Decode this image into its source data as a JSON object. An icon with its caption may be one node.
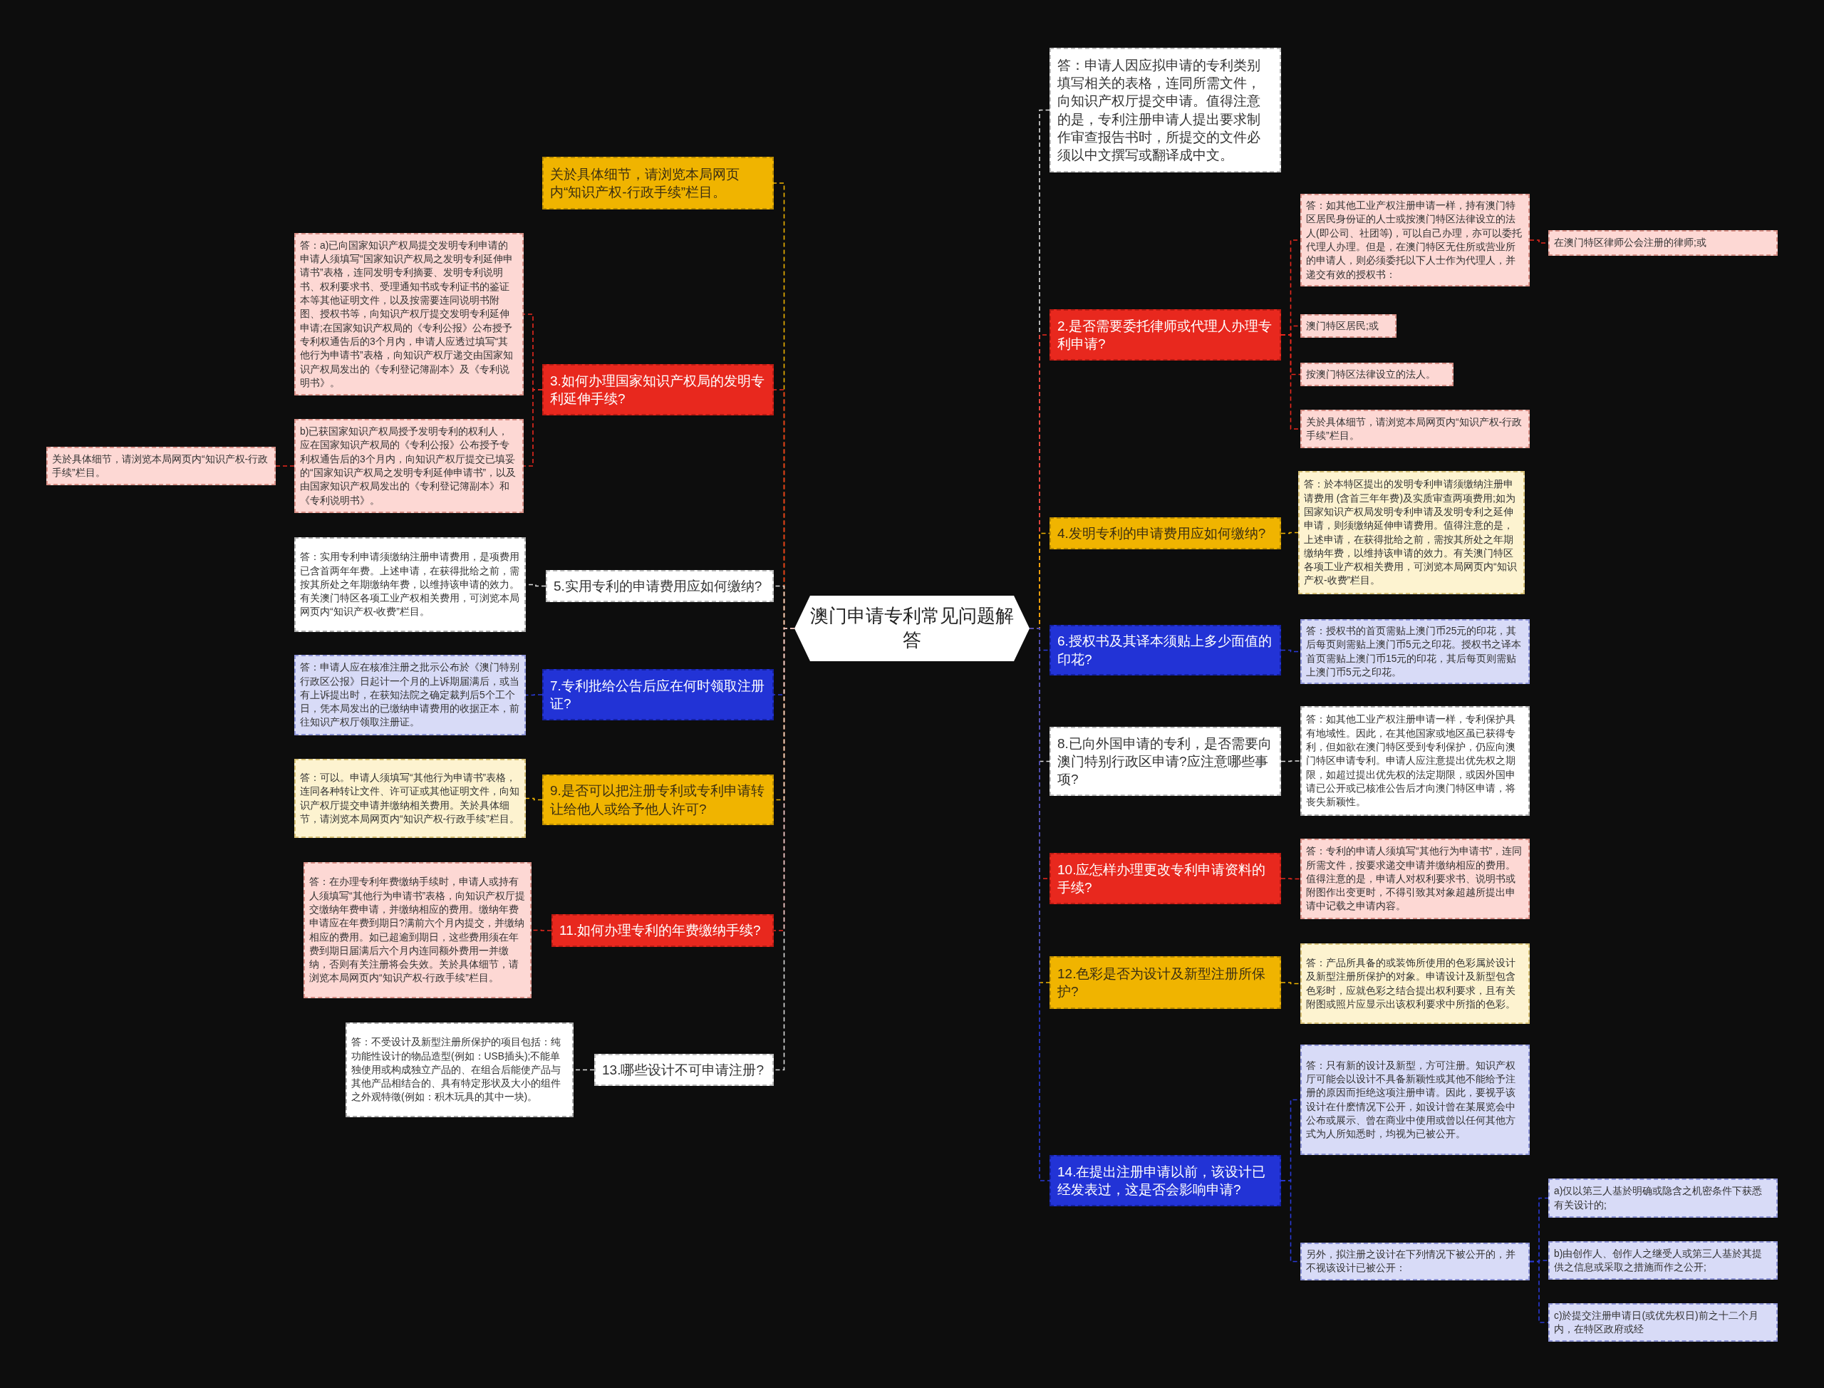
{
  "diagram": {
    "nodes": [
      {
        "text": [
          "澳门申请专利常见问题解答"
        ]
      },
      {
        "text": [
          "关於具体细节，请浏览本局网页内“知识产权-行政手续”栏目。"
        ]
      },
      {
        "text": [
          "3.如何办理国家知识产权局的发明专利延伸手续?"
        ]
      },
      {
        "text": [
          "答：a)已向国家知识产权局提交发明专利申请的申请人须填写“国家知识产权局之发明专利延伸申请书”表格，连同发明专利摘要、发明专利说明书、权利要求书、受理通知书或专利证书的鉴证本等其他证明文件，以及按需要连同说明书附图、授权书等，向知识产权厅提交发明专利延伸申请;在国家知识产权局的《专利公报》公布授予专利权通告后的3个月内，申请人应透过填写“其他行为申请书”表格，向知识产权厅递交由国家知识产权局发出的《专利登记簿副本》及《专利说明书》。"
        ]
      },
      {
        "text": [
          "b)已获国家知识产权局授予发明专利的权利人，应在国家知识产权局的《专利公报》公布授予专利权通告后的3个月内，向知识产权厅提交已填妥的“国家知识产权局之发明专利延伸申请书”，以及由国家知识产权局发出的《专利登记簿副本》和《专利说明书》。"
        ]
      },
      {
        "text": [
          "关於具体细节，请浏览本局网页内“知识产权-行政手续”栏目。"
        ]
      },
      {
        "text": [
          "5.实用专利的申请费用应如何缴纳?"
        ]
      },
      {
        "text": [
          "答：实用专利申请须缴纳注册申请费用，是项费用已含首两年年费。上述申请，在获得批给之前，需按其所处之年期缴纳年费，以维持该申请的效力。有关澳门特区各项工业产权相关费用，可浏览本局网页内“知识产权-收费”栏目。"
        ]
      },
      {
        "text": [
          "7.专利批给公告后应在何时领取注册证?"
        ]
      },
      {
        "text": [
          "答：申请人应在核准注册之批示公布於《澳门特别行政区公报》日起计一个月的上诉期届满后，或当有上诉提出时，在获知法院之确定裁判后5个工个日，凭本局发出的已缴纳申请费用的收据正本，前往知识产权厅领取注册证。"
        ]
      },
      {
        "text": [
          "9.是否可以把注册专利或专利申请转让给他人或给予他人许可?"
        ]
      },
      {
        "text": [
          "答：可以。申请人须填写“其他行为申请书”表格，连同各种转让文件、许可证或其他证明文件，向知识产权厅提交申请并缴纳相关费用。关於具体细节，请浏览本局网页内“知识产权-行政手续”栏目。"
        ]
      },
      {
        "text": [
          "11.如何办理专利的年费缴纳手续?"
        ]
      },
      {
        "text": [
          "答：在办理专利年费缴纳手续时，申请人或持有人须填写“其他行为申请书”表格，向知识产权厅提交缴纳年费申请，并缴纳相应的费用。缴纳年费申请应在年费到期日?满前六个月内提交，并缴纳相应的费用。如已超逾到期日，这些费用须在年费到期日届满后六个月内连同额外费用一并缴纳，否则有关注册将会失效。关於具体细节，请浏览本局网页内“知识产权-行政手续”栏目。"
        ]
      },
      {
        "text": [
          "13.哪些设计不可申请注册?"
        ]
      },
      {
        "text": [
          "答：不受设计及新型注册所保护的项目包括：纯功能性设计的物品造型(例如：USB插头);不能单独使用或构成独立产品的、在组合后能使产品与其他产品相结合的、具有特定形状及大小的组件之外观特徵(例如：积木玩具的其中一块)。"
        ]
      },
      {
        "text": [
          "答：申请人因应拟申请的专利类别填写相关的表格，连同所需文件，向知识产权厅提交申请。值得注意的是，专利注册申请人提出要求制作审查报告书时，所提交的文件必须以中文撰写或翻译成中文。"
        ]
      },
      {
        "text": [
          "2.是否需要委托律师或代理人办理专利申请?"
        ]
      },
      {
        "text": [
          "答：如其他工业产权注册申请一样，持有澳门特区居民身份证的人士或按澳门特区法律设立的法人(即公司、社团等)，可以自己办理，亦可以委托代理人办理。但是，在澳门特区无住所或营业所的申请人，则必须委托以下人士作为代理人，并递交有效的授权书："
        ]
      },
      {
        "text": [
          "在澳门特区律师公会注册的律师;或"
        ]
      },
      {
        "text": [
          "澳门特区居民;或"
        ]
      },
      {
        "text": [
          "按澳门特区法律设立的法人。"
        ]
      },
      {
        "text": [
          "关於具体细节，请浏览本局网页内“知识产权-行政手续”栏目。"
        ]
      },
      {
        "text": [
          "4.发明专利的申请费用应如何缴纳?"
        ]
      },
      {
        "text": [
          "答：於本特区提出的发明专利申请须缴纳注册申请费用 (含首三年年费)及实质审查两项费用;如为国家知识产权局发明专利申请及发明专利之延伸申请，则须缴纳延伸申请费用。值得注意的是，上述申请，在获得批给之前，需按其所处之年期缴纳年费，以维持该申请的效力。有关澳门特区各项工业产权相关费用，可浏览本局网页内“知识产权-收费”栏目。"
        ]
      },
      {
        "text": [
          "6.授权书及其译本须贴上多少面值的印花?"
        ]
      },
      {
        "text": [
          "答：授权书的首页需贴上澳门币25元的印花，其后每页则需贴上澳门币5元之印花。授权书之译本首页需贴上澳门币15元的印花，其后每页则需贴上澳门币5元之印花。"
        ]
      },
      {
        "text": [
          "8.已向外国申请的专利，是否需要向澳门特别行政区申请?应注意哪些事项?"
        ]
      },
      {
        "text": [
          "答：如其他工业产权注册申请一样，专利保护具有地域性。因此，在其他国家或地区虽已获得专利，但如欲在澳门特区受到专利保护，仍应向澳门特区申请专利。申请人应注意提出优先权之期限，如超过提出优先权的法定期限，或因外国申请已公开或已核准公告后才向澳门特区申请，将丧失新颖性。"
        ]
      },
      {
        "text": [
          "10.应怎样办理更改专利申请资料的手续?"
        ]
      },
      {
        "text": [
          "答：专利的申请人须填写“其他行为申请书”，连同所需文件，按要求递交申请并缴纳相应的费用。值得注意的是，申请人对权利要求书、说明书或附图作出变更时，不得引致其对象超越所提出申请中记载之申请内容。"
        ]
      },
      {
        "text": [
          "12.色彩是否为设计及新型注册所保护?"
        ]
      },
      {
        "text": [
          "答：产品所具备的或装饰所使用的色彩属於设计及新型注册所保护的对象。申请设计及新型包含色彩时，应就色彩之结合提出权利要求，且有关附图或照片应显示出该权利要求中所指的色彩。"
        ]
      },
      {
        "text": [
          "14.在提出注册申请以前，该设计已经发表过，这是否会影响申请?"
        ]
      },
      {
        "text": [
          "答：只有新的设计及新型，方可注册。知识产权厅可能会以设计不具备新颖性或其他不能给予注册的原因而拒绝这项注册申请。因此，要视乎该设计在什麽情况下公开，如设计曾在某展览会中公布或展示、曾在商业中使用或曾以任何其他方式为人所知悉时，均视为已被公开。"
        ]
      },
      {
        "text": [
          "另外，拟注册之设计在下列情况下被公开的，并不视该设计已被公开："
        ]
      },
      {
        "text": [
          "a)仅以第三人基於明确或隐含之机密条件下获悉有关设计的;"
        ]
      },
      {
        "text": [
          "b)由创作人、创作人之继受人或第三人基於其提供之信息或采取之措施而作之公开;"
        ]
      },
      {
        "text": [
          "c)於提交注册申请日(或优先权日)前之十二个月内，在特区政府或经"
        ]
      }
    ],
    "edges": [
      {
        "from": 0,
        "to": 1,
        "arrow": "none",
        "color": "#f0b400"
      },
      {
        "from": 0,
        "to": 2,
        "arrow": "none",
        "color": "#e8281e"
      },
      {
        "from": 2,
        "to": 3,
        "arrow": "none",
        "color": "#e8281e"
      },
      {
        "from": 2,
        "to": 4,
        "arrow": "none",
        "color": "#e8281e"
      },
      {
        "from": 4,
        "to": 5,
        "arrow": "none",
        "color": "#e8281e"
      },
      {
        "from": 0,
        "to": 6,
        "arrow": "none",
        "color": "#dddddd"
      },
      {
        "from": 6,
        "to": 7,
        "arrow": "none",
        "color": "#dddddd"
      },
      {
        "from": 0,
        "to": 8,
        "arrow": "none",
        "color": "#2a3ad6"
      },
      {
        "from": 8,
        "to": 9,
        "arrow": "none",
        "color": "#2a3ad6"
      },
      {
        "from": 0,
        "to": 10,
        "arrow": "none",
        "color": "#f0b400"
      },
      {
        "from": 10,
        "to": 11,
        "arrow": "none",
        "color": "#f0b400"
      },
      {
        "from": 0,
        "to": 12,
        "arrow": "none",
        "color": "#e8281e"
      },
      {
        "from": 12,
        "to": 13,
        "arrow": "none",
        "color": "#e8281e"
      },
      {
        "from": 0,
        "to": 14,
        "arrow": "none",
        "color": "#dddddd"
      },
      {
        "from": 14,
        "to": 15,
        "arrow": "none",
        "color": "#dddddd"
      },
      {
        "from": 0,
        "to": 16,
        "arrow": "none",
        "color": "#dddddd"
      },
      {
        "from": 0,
        "to": 17,
        "arrow": "none",
        "color": "#e8281e"
      },
      {
        "from": 17,
        "to": 18,
        "arrow": "none",
        "color": "#e8281e"
      },
      {
        "from": 18,
        "to": 19,
        "arrow": "none",
        "color": "#e8281e"
      },
      {
        "from": 17,
        "to": 20,
        "arrow": "none",
        "color": "#e8281e"
      },
      {
        "from": 17,
        "to": 21,
        "arrow": "none",
        "color": "#e8281e"
      },
      {
        "from": 17,
        "to": 22,
        "arrow": "none",
        "color": "#e8281e"
      },
      {
        "from": 0,
        "to": 23,
        "arrow": "none",
        "color": "#f0b400"
      },
      {
        "from": 23,
        "to": 24,
        "arrow": "none",
        "color": "#f0b400"
      },
      {
        "from": 0,
        "to": 25,
        "arrow": "none",
        "color": "#2a3ad6"
      },
      {
        "from": 25,
        "to": 26,
        "arrow": "none",
        "color": "#2a3ad6"
      },
      {
        "from": 0,
        "to": 27,
        "arrow": "none",
        "color": "#dddddd"
      },
      {
        "from": 27,
        "to": 28,
        "arrow": "none",
        "color": "#dddddd"
      },
      {
        "from": 0,
        "to": 29,
        "arrow": "none",
        "color": "#e8281e"
      },
      {
        "from": 29,
        "to": 30,
        "arrow": "none",
        "color": "#e8281e"
      },
      {
        "from": 0,
        "to": 31,
        "arrow": "none",
        "color": "#f0b400"
      },
      {
        "from": 31,
        "to": 32,
        "arrow": "none",
        "color": "#f0b400"
      },
      {
        "from": 0,
        "to": 33,
        "arrow": "none",
        "color": "#2a3ad6"
      },
      {
        "from": 33,
        "to": 34,
        "arrow": "none",
        "color": "#2a3ad6"
      },
      {
        "from": 33,
        "to": 35,
        "arrow": "none",
        "color": "#2a3ad6"
      },
      {
        "from": 35,
        "to": 36,
        "arrow": "none",
        "color": "#2a3ad6"
      },
      {
        "from": 35,
        "to": 37,
        "arrow": "none",
        "color": "#2a3ad6"
      },
      {
        "from": 35,
        "to": 38,
        "arrow": "none",
        "color": "#2a3ad6"
      }
    ]
  }
}
